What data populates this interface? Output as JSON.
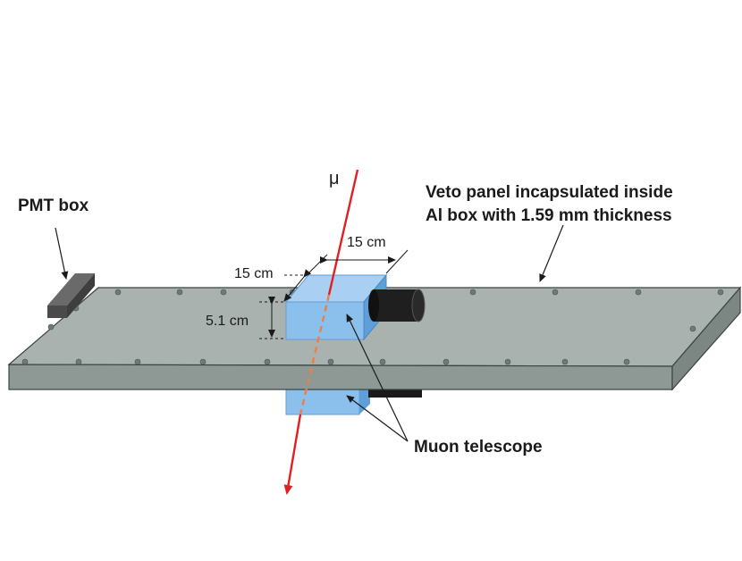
{
  "labels": {
    "pmt_box": "PMT box",
    "veto_line1": "Veto panel incapsulated inside",
    "veto_line2": "Al box with 1.59 mm thickness",
    "muon_telescope": "Muon telescope",
    "muon_symbol": "μ",
    "dim_width": "15 cm",
    "dim_depth": "15 cm",
    "dim_height": "5.1 cm"
  },
  "colors": {
    "panel_top": "#a9b2ae",
    "panel_front": "#8e9895",
    "panel_side": "#7c8683",
    "panel_edge": "#3b4442",
    "scintillator": "#8cc0ec",
    "scintillator_side": "#5f9ed8",
    "pmt": "#1a1a1a",
    "pmt_box": "#4a4a4a",
    "muon_track": "#e02020",
    "muon_track_hidden": "#e8804a"
  }
}
